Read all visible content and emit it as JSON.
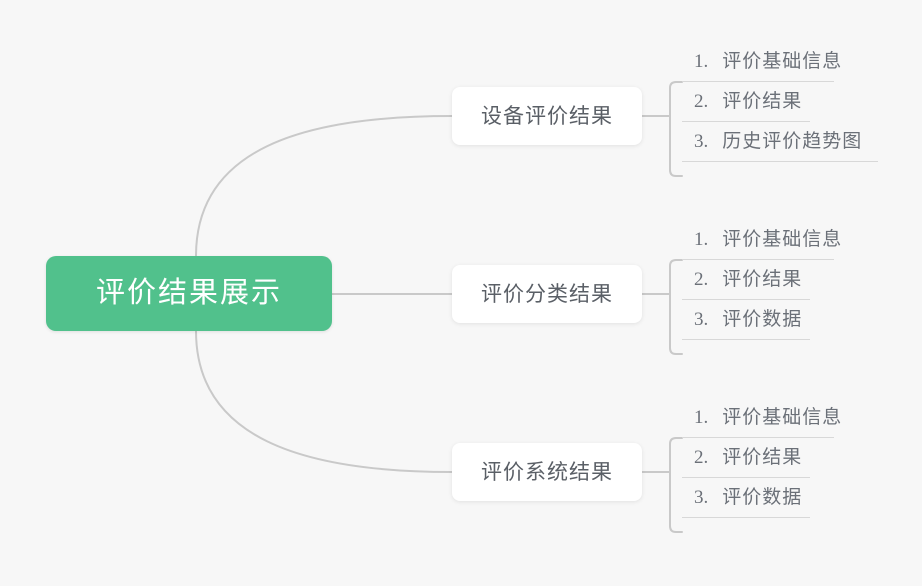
{
  "background_color": "#f7f7f7",
  "accent_color": "#51c18c",
  "node_text_color": "#5a5f66",
  "leaf_text_color": "#6b7078",
  "connector_color": "#c9c9c9",
  "root": {
    "label": "评价结果展示"
  },
  "branches": [
    {
      "label": "设备评价结果",
      "leaves": [
        {
          "number": "1.",
          "text": "评价基础信息"
        },
        {
          "number": "2.",
          "text": "评价结果"
        },
        {
          "number": "3.",
          "text": "历史评价趋势图"
        }
      ]
    },
    {
      "label": "评价分类结果",
      "leaves": [
        {
          "number": "1.",
          "text": "评价基础信息"
        },
        {
          "number": "2.",
          "text": "评价结果"
        },
        {
          "number": "3.",
          "text": "评价数据"
        }
      ]
    },
    {
      "label": "评价系统结果",
      "leaves": [
        {
          "number": "1.",
          "text": "评价基础信息"
        },
        {
          "number": "2.",
          "text": "评价结果"
        },
        {
          "number": "3.",
          "text": "评价数据"
        }
      ]
    }
  ]
}
